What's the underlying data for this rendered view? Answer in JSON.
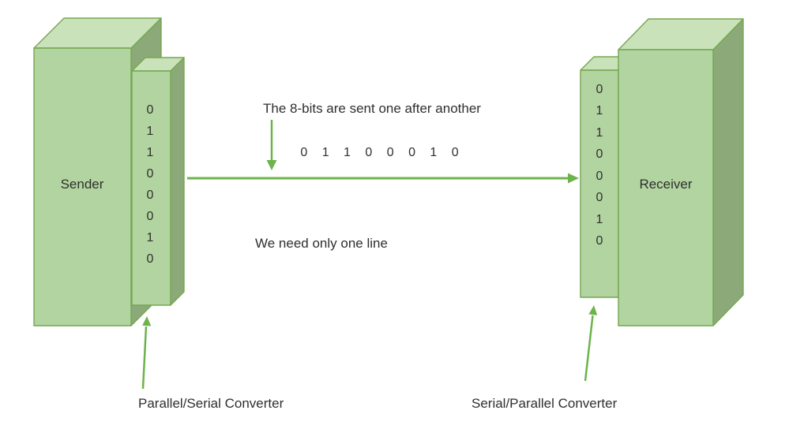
{
  "sender": {
    "label": "Sender",
    "converter": {
      "bits": [
        "0",
        "1",
        "1",
        "0",
        "0",
        "0",
        "1",
        "0"
      ],
      "label": "Parallel/Serial Converter"
    }
  },
  "receiver": {
    "label": "Receiver",
    "converter": {
      "bits": [
        "0",
        "1",
        "1",
        "0",
        "0",
        "0",
        "1",
        "0"
      ],
      "label": "Serial/Parallel Converter"
    }
  },
  "channel": {
    "caption_top": "The 8-bits are sent one after another",
    "serial_bits": "0 1 1 0 0 0 1 0",
    "caption_bottom": "We need only one line"
  },
  "colors": {
    "box_front": "#b2d4a0",
    "box_top": "#c9e2ba",
    "box_side": "#8caa79",
    "box_outline": "#74a74f",
    "arrow": "#6db34c",
    "text": "#2f2f2f"
  }
}
